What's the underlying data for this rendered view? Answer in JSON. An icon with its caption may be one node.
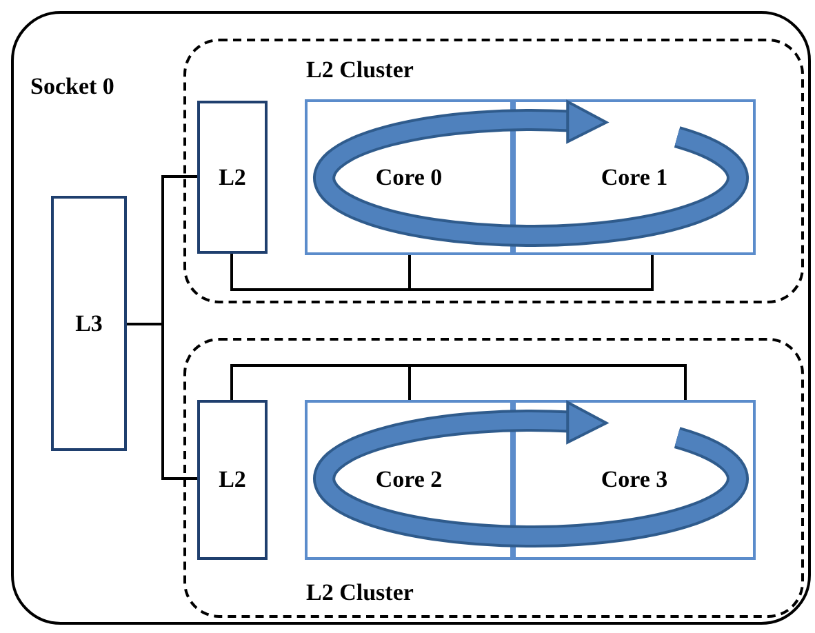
{
  "diagram": {
    "nodes": [
      {
        "text": [
          "Socket 0"
        ]
      },
      {
        "text": [
          "L2 Cluster"
        ],
        "in": 0
      },
      {
        "text": [
          "L2"
        ],
        "in": 1
      },
      {
        "text": [
          "Core 0"
        ],
        "in": 1
      },
      {
        "text": [
          "Core 1"
        ],
        "in": 1
      },
      {
        "text": [
          "L2 Cluster"
        ],
        "in": 0
      },
      {
        "text": [
          "L2"
        ],
        "in": 5
      },
      {
        "text": [
          "Core 2"
        ],
        "in": 5
      },
      {
        "text": [
          "Core 3"
        ],
        "in": 5
      },
      {
        "text": [
          "L3"
        ],
        "in": 0
      }
    ],
    "edges": [
      {
        "from": 9,
        "to": 2,
        "arrow": "none"
      },
      {
        "from": 9,
        "to": 6,
        "arrow": "none"
      },
      {
        "from": 2,
        "to": 3,
        "arrow": "none"
      },
      {
        "from": 2,
        "to": 4,
        "arrow": "none"
      },
      {
        "from": 6,
        "to": 7,
        "arrow": "none"
      },
      {
        "from": 6,
        "to": 8,
        "arrow": "none"
      }
    ]
  }
}
